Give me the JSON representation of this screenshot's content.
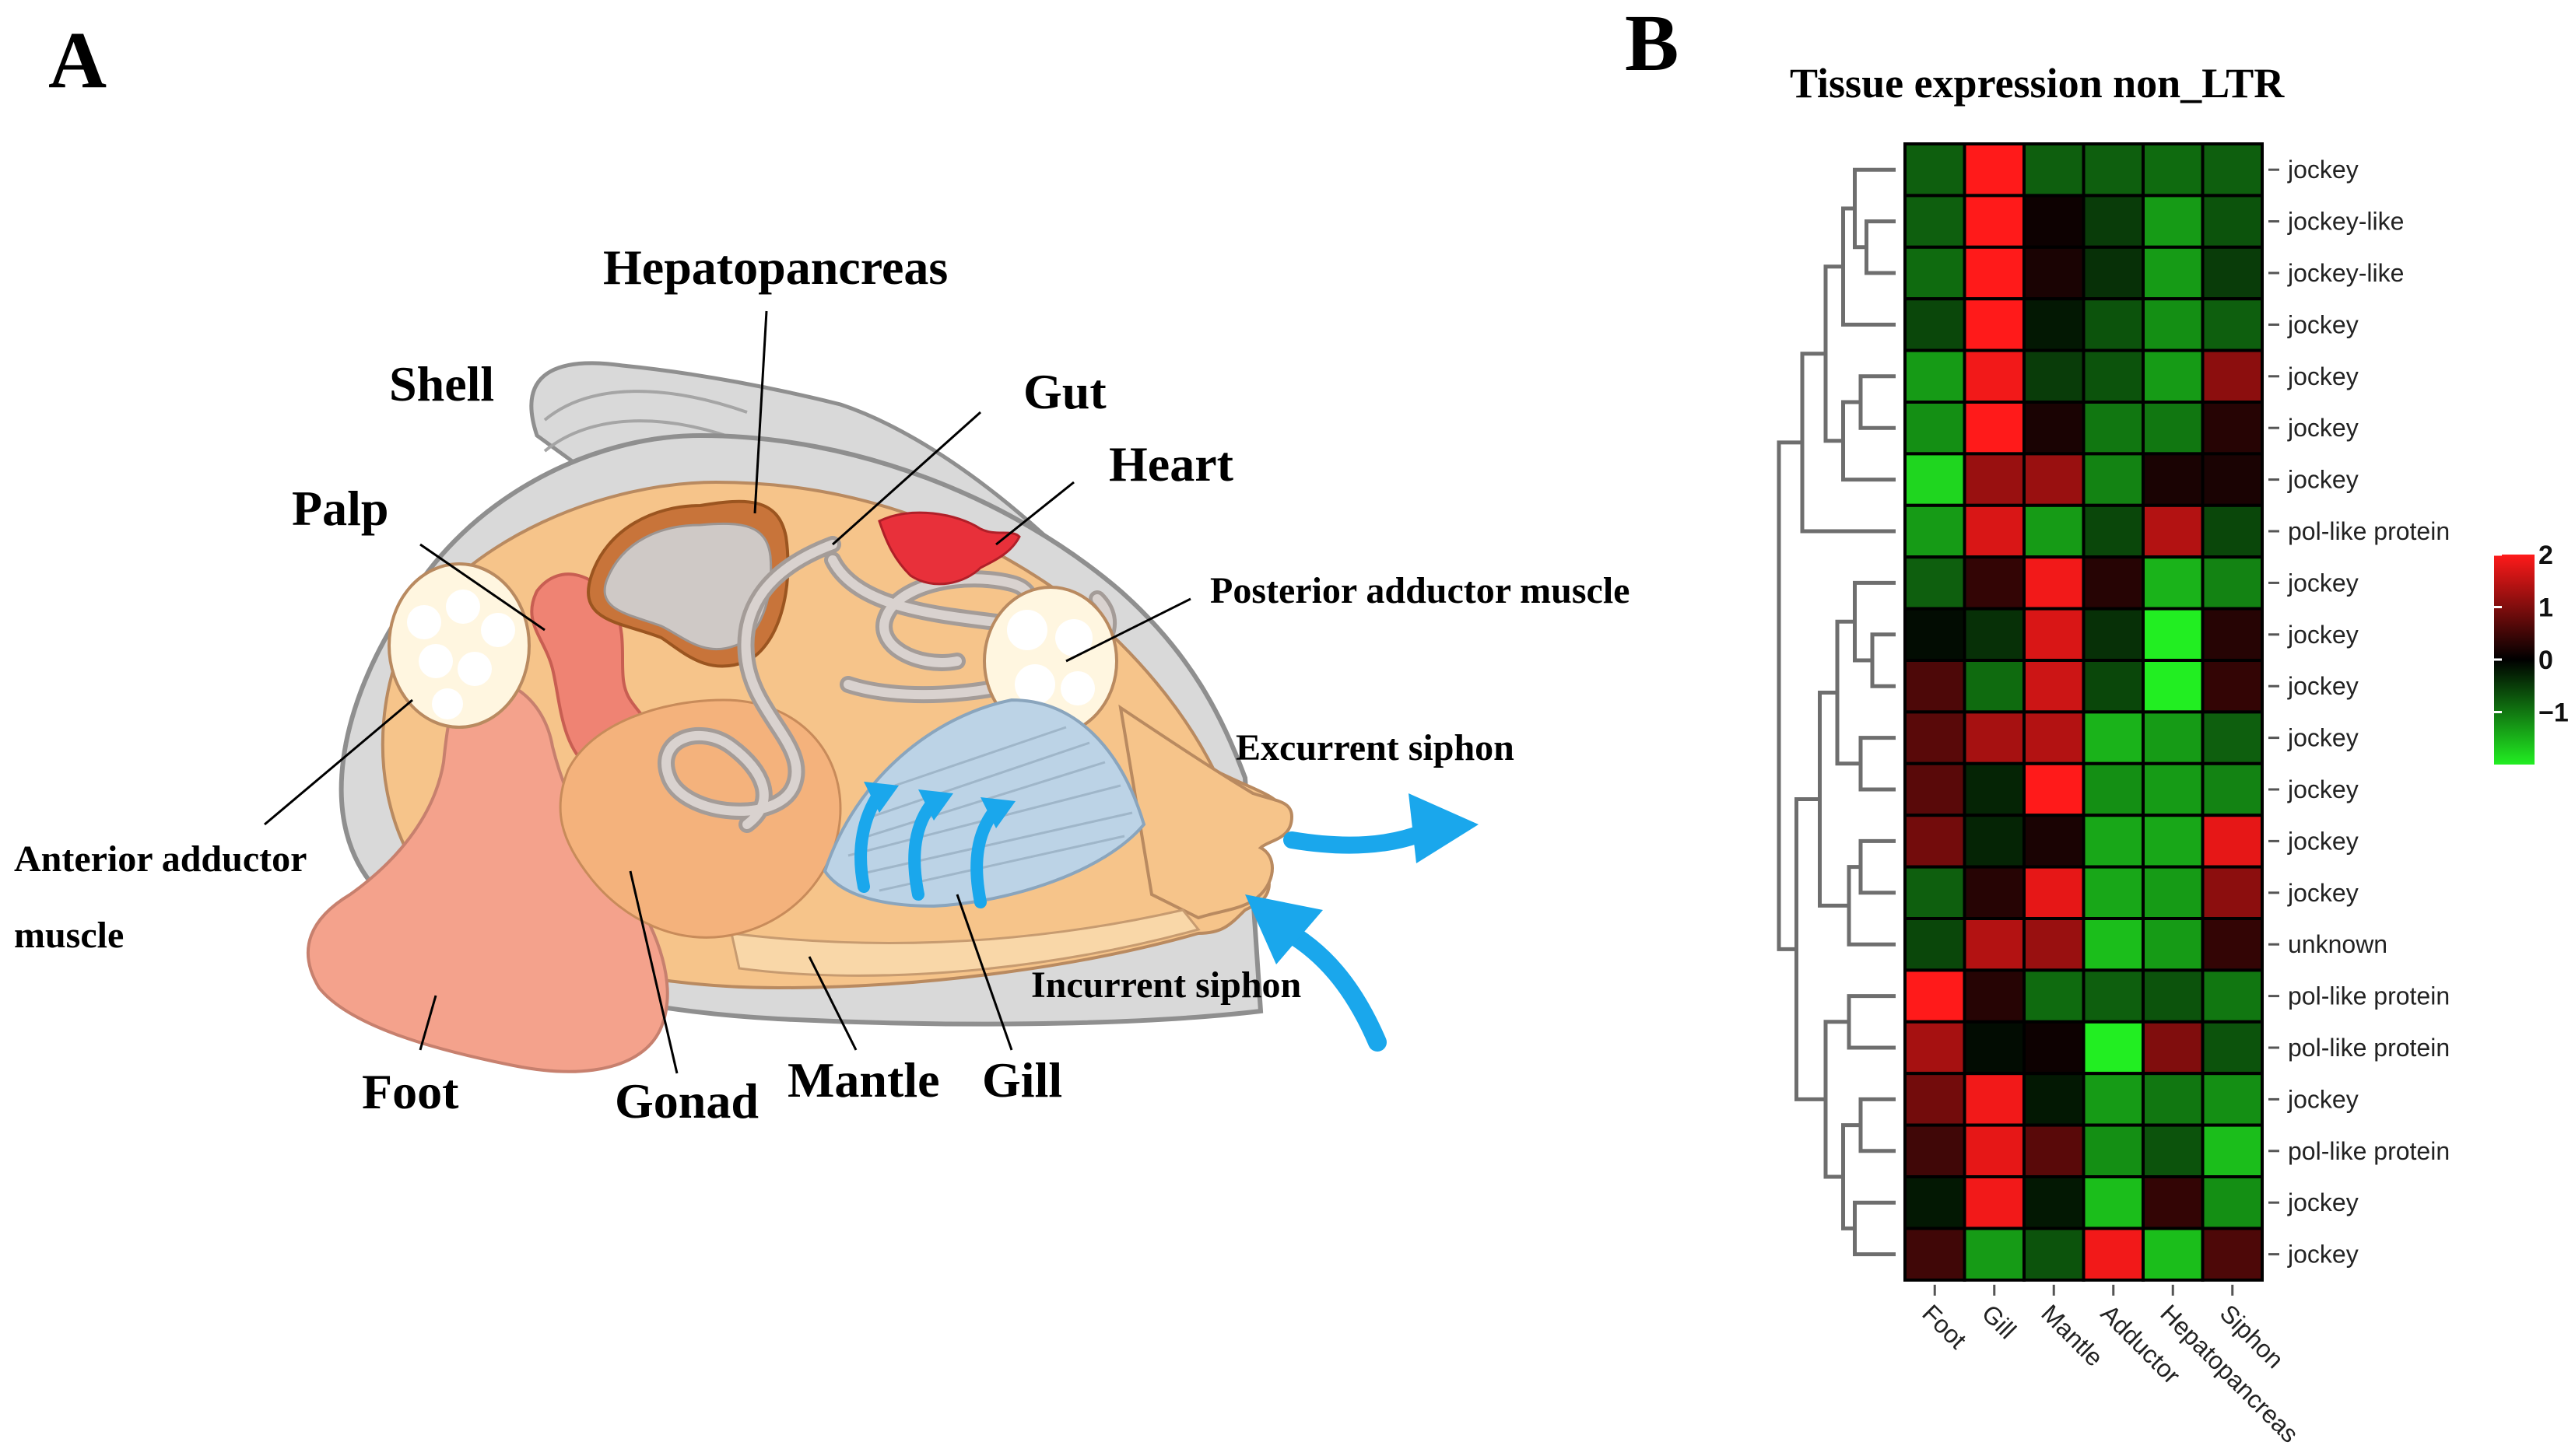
{
  "panel_a": {
    "letter": "A",
    "labels": {
      "hepatopancreas": "Hepatopancreas",
      "shell": "Shell",
      "gut": "Gut",
      "heart": "Heart",
      "palp": "Palp",
      "posterior_adductor": "Posterior adductor muscle",
      "excurrent_siphon": "Excurrent siphon",
      "anterior_adductor_line1": "Anterior adductor",
      "anterior_adductor_line2": "muscle",
      "incurrent_siphon": "Incurrent siphon",
      "foot": "Foot",
      "gonad": "Gonad",
      "mantle": "Mantle",
      "gill": "Gill"
    },
    "colors": {
      "shell": "#d9d9d9",
      "body": "#f6c48a",
      "foot": "#f4a28c",
      "hepatopancreas": "#cfc9c6",
      "hepatopancreas_rim": "#c8743a",
      "heart": "#e8303a",
      "gill": "#bcd3e6",
      "arrow": "#1aa7ec"
    }
  },
  "panel_b": {
    "letter": "B",
    "title": "Tissue expression non_LTR",
    "legend_ticks": [
      "2",
      "1",
      "0",
      "−1"
    ],
    "colors": {
      "high": "#ff1a1a",
      "mid": "#000000",
      "low": "#22ee22"
    },
    "chart_data": {
      "type": "heatmap",
      "title": "Tissue expression non_LTR",
      "columns": [
        "Foot",
        "Gill",
        "Mantle",
        "Adductor",
        "Hepatopancreas",
        "Siphon"
      ],
      "rows": [
        "jockey",
        "jockey-like",
        "jockey-like",
        "jockey",
        "jockey",
        "jockey",
        "jockey",
        "pol-like protein",
        "jockey",
        "jockey",
        "jockey",
        "jockey",
        "jockey",
        "jockey",
        "jockey",
        "unknown",
        "pol-like protein",
        "pol-like protein",
        "jockey",
        "pol-like protein",
        "jockey",
        "jockey"
      ],
      "values": [
        [
          -0.8,
          2.0,
          -0.8,
          -0.8,
          -0.9,
          -0.8
        ],
        [
          -0.8,
          2.0,
          0.1,
          -0.5,
          -1.3,
          -0.7
        ],
        [
          -0.9,
          2.0,
          0.2,
          -0.4,
          -1.3,
          -0.5
        ],
        [
          -0.6,
          2.0,
          -0.2,
          -0.7,
          -1.2,
          -0.8
        ],
        [
          -1.3,
          1.9,
          -0.5,
          -0.7,
          -1.3,
          1.1
        ],
        [
          -1.2,
          2.0,
          0.2,
          -1.0,
          -1.0,
          0.3
        ],
        [
          -1.8,
          1.2,
          1.2,
          -1.1,
          0.2,
          0.2
        ],
        [
          -1.3,
          1.7,
          -1.3,
          -0.6,
          1.4,
          -0.6
        ],
        [
          -0.8,
          0.4,
          1.9,
          0.3,
          -1.5,
          -1.1
        ],
        [
          -0.1,
          -0.4,
          1.7,
          -0.4,
          -2.0,
          0.3
        ],
        [
          0.6,
          -0.9,
          1.6,
          -0.6,
          -2.0,
          0.4
        ],
        [
          0.7,
          1.3,
          1.4,
          -1.5,
          -1.3,
          -0.8
        ],
        [
          0.7,
          -0.3,
          2.0,
          -1.2,
          -1.3,
          -1.1
        ],
        [
          0.9,
          -0.3,
          0.2,
          -1.4,
          -1.4,
          1.8
        ],
        [
          -0.8,
          0.3,
          1.8,
          -1.4,
          -1.3,
          1.1
        ],
        [
          -0.6,
          1.4,
          1.2,
          -1.6,
          -1.3,
          0.4
        ],
        [
          2.0,
          0.3,
          -0.9,
          -0.8,
          -0.7,
          -1.0
        ],
        [
          1.3,
          -0.1,
          0.1,
          -2.1,
          1.0,
          -0.7
        ],
        [
          0.9,
          1.9,
          -0.2,
          -1.3,
          -1.0,
          -1.2
        ],
        [
          0.5,
          1.8,
          0.7,
          -1.2,
          -0.7,
          -1.6
        ],
        [
          -0.2,
          1.9,
          -0.2,
          -1.6,
          0.4,
          -1.2
        ],
        [
          0.5,
          -1.3,
          -0.7,
          1.9,
          -1.6,
          0.6
        ]
      ],
      "color_scale": {
        "min": -2,
        "max": 2,
        "ticks": [
          2,
          1,
          0,
          -1
        ]
      },
      "row_dendrogram": true
    }
  }
}
